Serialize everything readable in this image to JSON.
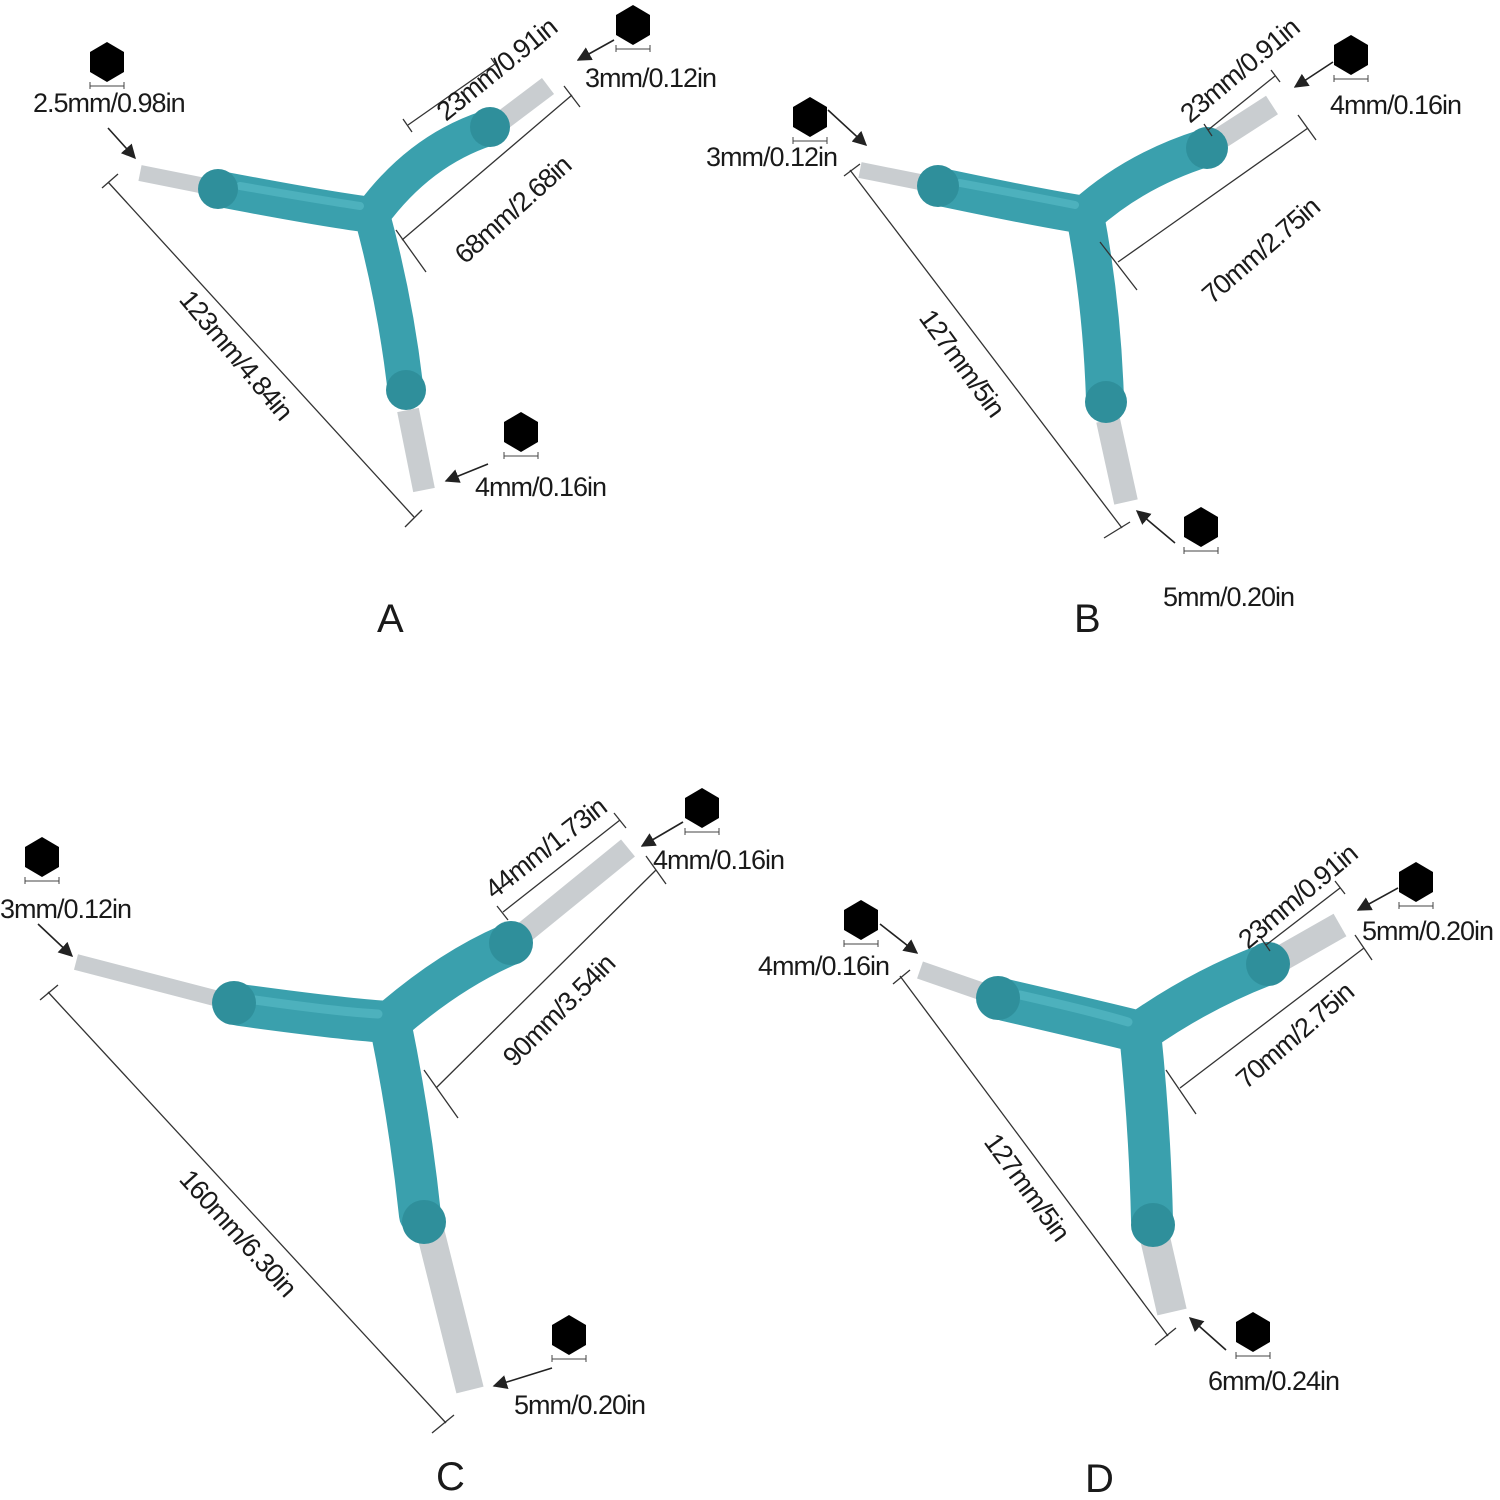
{
  "panels": [
    {
      "id": "A",
      "label": "A",
      "tips": {
        "left": {
          "size": "2.5mm/0.98in"
        },
        "right": {
          "size": "3mm/0.12in"
        },
        "bottom": {
          "size": "4mm/0.16in"
        }
      },
      "dimensions": {
        "right_tip_length": "23mm/0.91in",
        "right_arm_length": "68mm/2.68in",
        "overall_length": "123mm/4.84in"
      }
    },
    {
      "id": "B",
      "label": "B",
      "tips": {
        "left": {
          "size": "3mm/0.12in"
        },
        "right": {
          "size": "4mm/0.16in"
        },
        "bottom": {
          "size": "5mm/0.20in"
        }
      },
      "dimensions": {
        "right_tip_length": "23mm/0.91in",
        "right_arm_length": "70mm/2.75in",
        "overall_length": "127mm/5in"
      }
    },
    {
      "id": "C",
      "label": "C",
      "tips": {
        "left": {
          "size": "3mm/0.12in"
        },
        "right": {
          "size": "4mm/0.16in"
        },
        "bottom": {
          "size": "5mm/0.20in"
        }
      },
      "dimensions": {
        "right_tip_length": "44mm/1.73in",
        "right_arm_length": "90mm/3.54in",
        "overall_length": "160mm/6.30in"
      }
    },
    {
      "id": "D",
      "label": "D",
      "tips": {
        "left": {
          "size": "4mm/0.16in"
        },
        "right": {
          "size": "5mm/0.20in"
        },
        "bottom": {
          "size": "6mm/0.24in"
        }
      },
      "dimensions": {
        "right_tip_length": "23mm/0.91in",
        "right_arm_length": "70mm/2.75in",
        "overall_length": "127mm/5in"
      }
    }
  ],
  "colors": {
    "handle": "#3aa0ad",
    "handle_ring": "#2f8f9b",
    "steel": "#c9cdd0",
    "hex_icon": "#000000"
  },
  "icons": {
    "tip_marker": "hex-key-profile-icon"
  }
}
